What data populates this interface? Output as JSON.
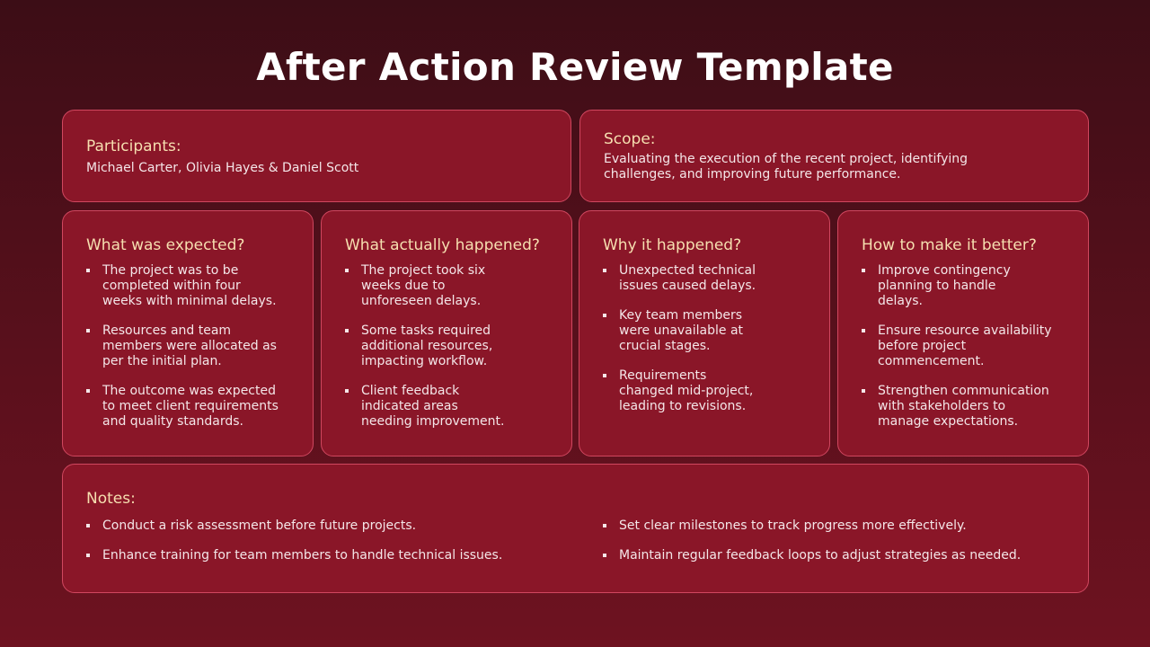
{
  "title": "After Action Review Template",
  "participants": {
    "heading": "Participants:",
    "text": "Michael Carter, Olivia Hayes & Daniel Scott"
  },
  "scope": {
    "heading": "Scope:",
    "text": "Evaluating the execution of the recent project, identifying challenges, and improving future performance."
  },
  "columns": [
    {
      "heading": "What was expected?",
      "items": [
        "The project was to be completed within four weeks with minimal delays.",
        "Resources and team members were allocated as per the initial plan.",
        "The outcome was expected to meet client requirements and quality standards."
      ]
    },
    {
      "heading": "What actually happened?",
      "items": [
        "The project took six weeks due to unforeseen delays.",
        "Some tasks required additional resources, impacting workflow.",
        "Client feedback indicated areas needing improvement."
      ]
    },
    {
      "heading": "Why it happened?",
      "items": [
        "Unexpected technical issues caused delays.",
        "Key team members were unavailable at crucial stages.",
        "Requirements changed mid-project, leading to revisions."
      ]
    },
    {
      "heading": "How to make it better?",
      "items": [
        "Improve contingency planning to handle delays.",
        "Ensure resource availability before project commencement.",
        "Strengthen communication with stakeholders to manage expectations."
      ]
    }
  ],
  "notes": {
    "heading": "Notes:",
    "left": [
      "Conduct a risk assessment before future projects.",
      "Enhance training for team members to handle technical issues."
    ],
    "right": [
      "Set clear milestones to track progress more effectively.",
      "Maintain regular feedback loops to adjust strategies as needed."
    ]
  },
  "colors": {
    "card_bg": "#8a1628",
    "card_border": "#d0475f",
    "heading": "#f6dfb0",
    "text": "#f4e6e8"
  }
}
